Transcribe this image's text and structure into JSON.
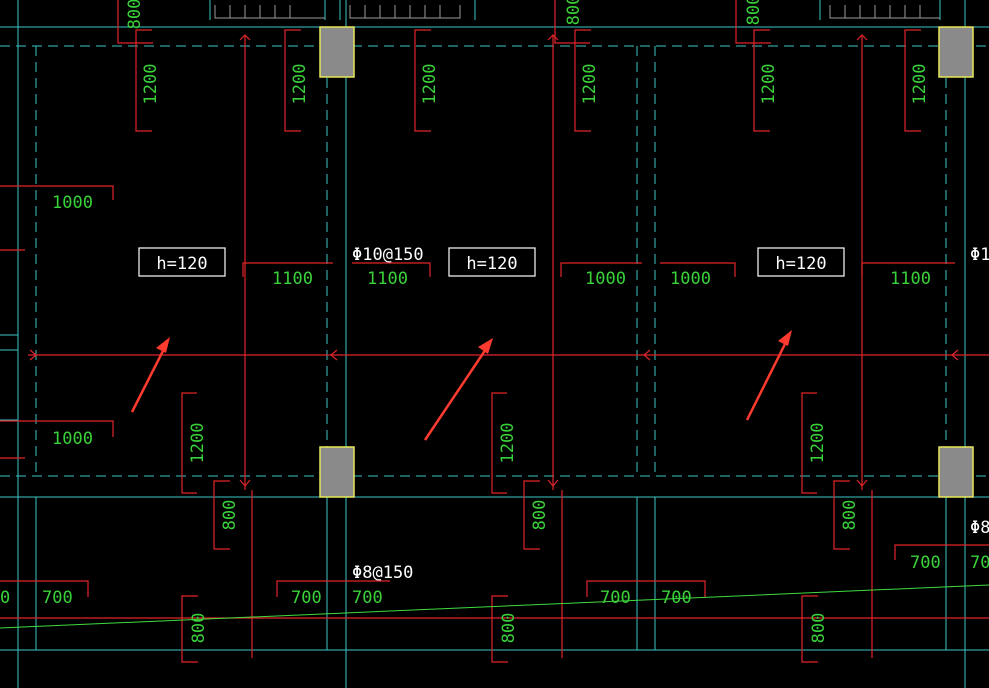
{
  "drawing": {
    "colors": {
      "background": "#000000",
      "beam_line": "#39c6c6",
      "rebar": "#e0242b",
      "dimension_text": "#3ad23a",
      "column_fill": "#8a8a8a",
      "column_outline": "#e8e85a",
      "annotation_arrow": "#ff3b2f",
      "slope_line": "#3fdc3f"
    },
    "slab_thickness_labels": [
      "h=120",
      "h=120",
      "h=120"
    ],
    "rebar_spec_labels": [
      "Φ10@150",
      "Φ8@150",
      "Φ1",
      "Φ8"
    ],
    "dimension_labels": {
      "top_vertical": [
        "800",
        "800",
        "800"
      ],
      "top_column_1200": [
        "1200",
        "1200",
        "1200",
        "1200",
        "1200",
        "1200"
      ],
      "left_side": [
        "1000",
        "1000"
      ],
      "mid_horizontal": [
        "1100",
        "1100",
        "1000",
        "1000",
        "1100"
      ],
      "bottom_vertical_1200": [
        "1200",
        "1200",
        "1200"
      ],
      "bottom_vertical_800": [
        "800",
        "800",
        "800"
      ],
      "bottom_horizontal_700": [
        "0",
        "700",
        "700",
        "700",
        "700",
        "700",
        "700",
        "70"
      ],
      "bottom_edge_800": [
        "800",
        "800",
        "800"
      ]
    }
  }
}
